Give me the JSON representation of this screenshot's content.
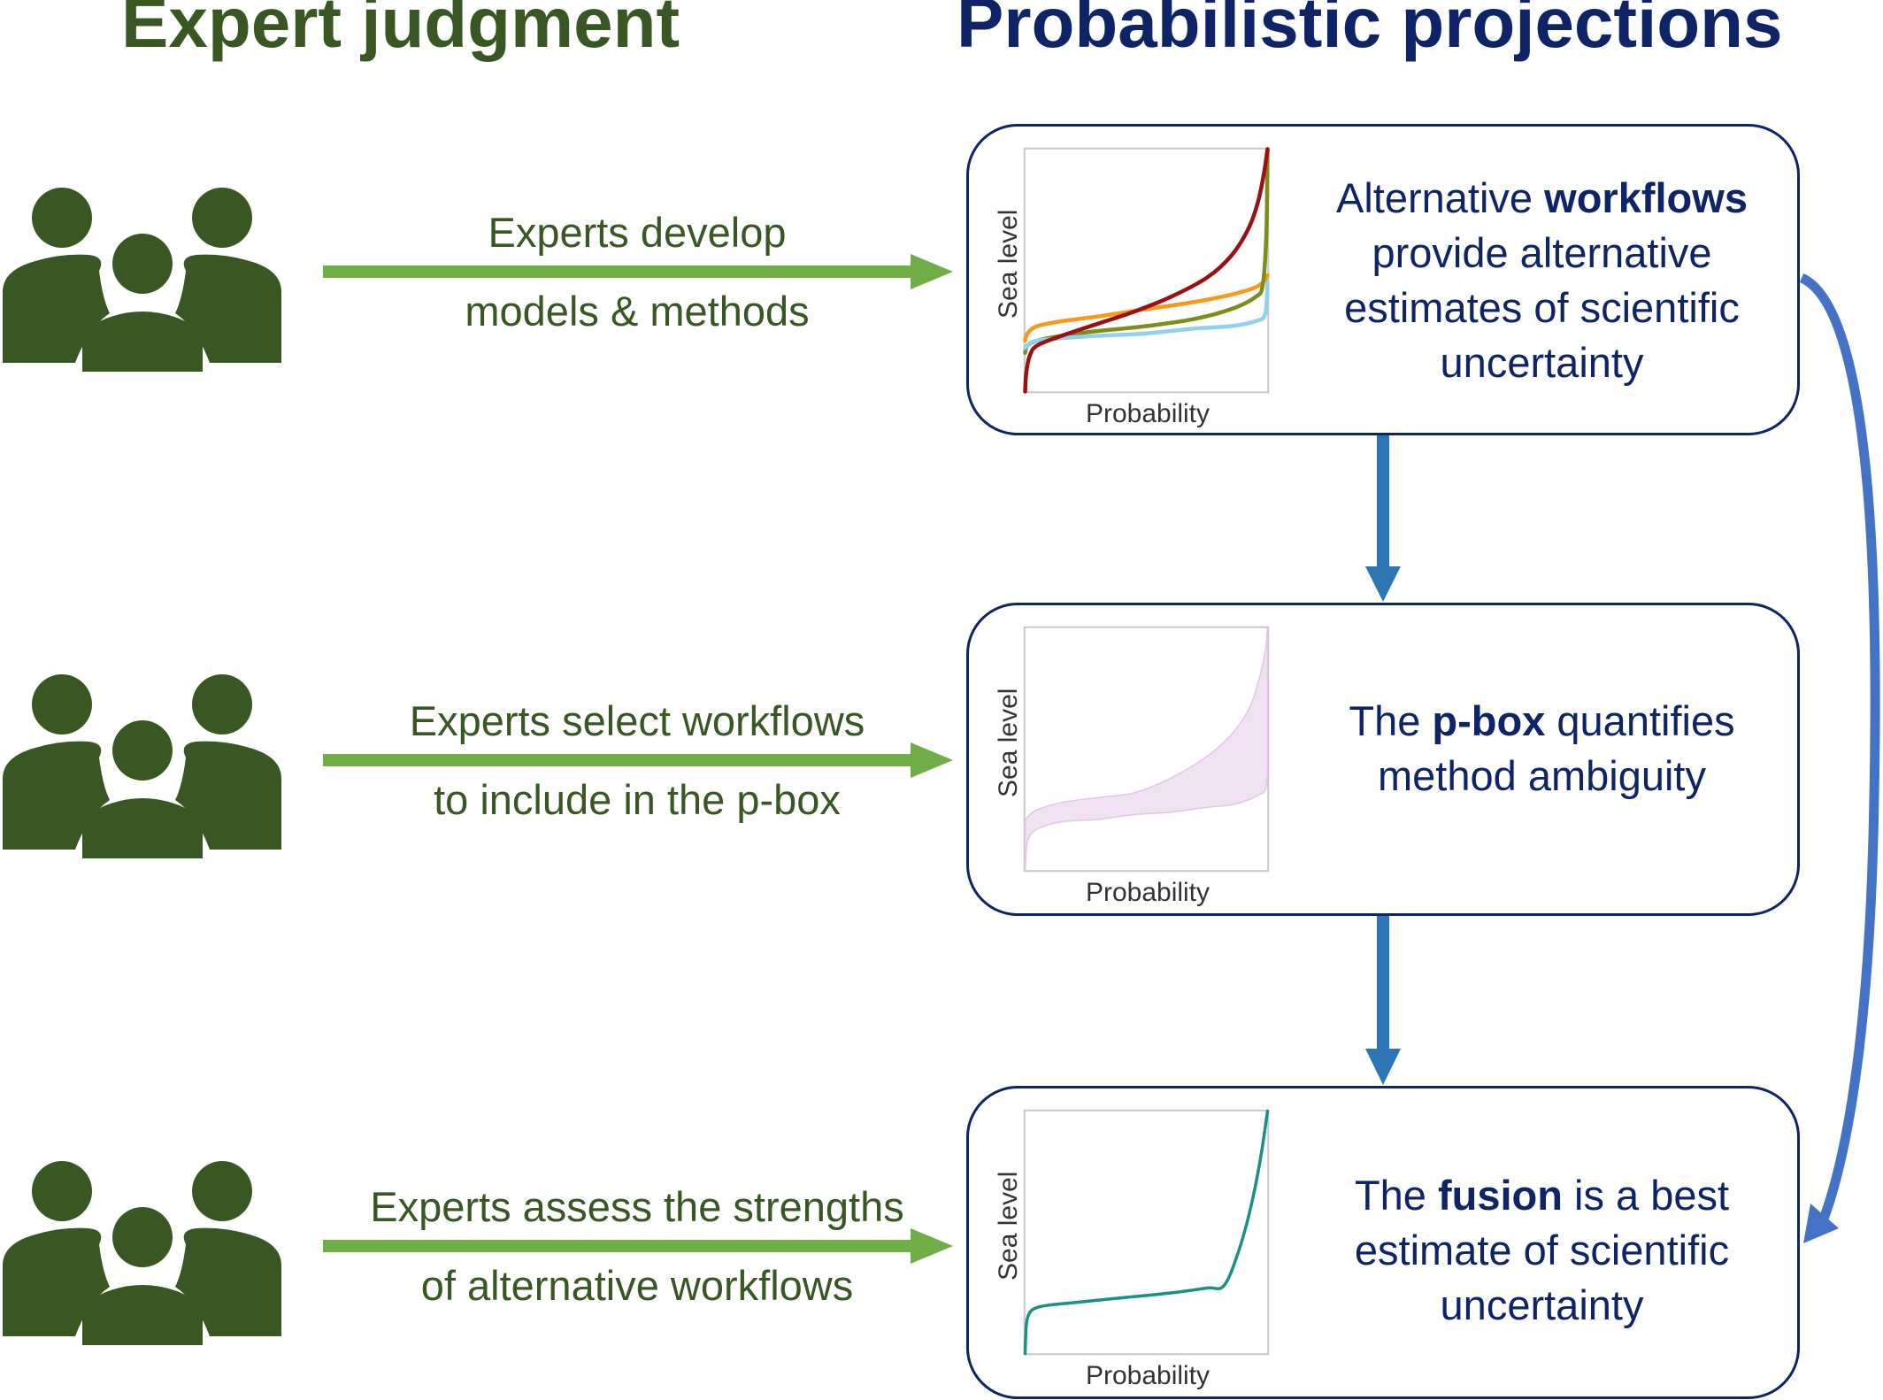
{
  "titles": {
    "left": "Expert judgment",
    "right": "Probabilistic projections"
  },
  "colors": {
    "expert_green": "#385723",
    "arrow_green": "#70ad47",
    "navy": "#0e2466",
    "flow_blue": "#2e75b6",
    "curve_blue": "#4472c4"
  },
  "steps": [
    {
      "line1": "Experts develop",
      "line2": "models & methods",
      "icon": "people-group-icon"
    },
    {
      "line1": "Experts select workflows",
      "line2": "to include in the p-box",
      "icon": "people-group-icon"
    },
    {
      "line1": "Experts assess the strengths",
      "line2": "of alternative workflows",
      "icon": "people-group-icon"
    }
  ],
  "boxes": [
    {
      "pre": "Alternative ",
      "bold": "workflows",
      "post": " provide alternative estimates of scientific uncertainty",
      "lines": [
        "Alternative |workflows|",
        "provide alternative",
        "estimates of scientific",
        "uncertainty"
      ]
    },
    {
      "lines": [
        "The |p-box| quantifies",
        "method ambiguity"
      ]
    },
    {
      "lines": [
        "The |fusion| is a best",
        "estimate of scientific",
        "uncertainty"
      ]
    }
  ],
  "chart_data": [
    {
      "type": "line",
      "title": "Alternative workflows",
      "xlabel": "Probability",
      "ylabel": "Sea level",
      "xlim": [
        0,
        1
      ],
      "ylim": [
        0,
        1
      ],
      "grid": false,
      "series": [
        {
          "name": "workflow-orange",
          "color": "#f7991f",
          "x": [
            0,
            0.01,
            0.05,
            0.15,
            0.3,
            0.5,
            0.7,
            0.85,
            0.95,
            0.99,
            1.0
          ],
          "y": [
            0.21,
            0.24,
            0.27,
            0.29,
            0.31,
            0.34,
            0.37,
            0.4,
            0.43,
            0.46,
            0.48
          ]
        },
        {
          "name": "workflow-olive",
          "color": "#7f8c1a",
          "x": [
            0,
            0.01,
            0.05,
            0.15,
            0.3,
            0.5,
            0.7,
            0.85,
            0.95,
            0.98,
            0.995,
            1.0
          ],
          "y": [
            0.16,
            0.19,
            0.21,
            0.23,
            0.25,
            0.27,
            0.3,
            0.34,
            0.39,
            0.44,
            0.65,
            1.0
          ]
        },
        {
          "name": "workflow-lightblue",
          "color": "#8fd1ee",
          "x": [
            0,
            0.02,
            0.05,
            0.15,
            0.3,
            0.5,
            0.7,
            0.85,
            0.95,
            0.99,
            1.0
          ],
          "y": [
            0.18,
            0.2,
            0.21,
            0.22,
            0.23,
            0.24,
            0.26,
            0.27,
            0.29,
            0.32,
            0.45
          ]
        },
        {
          "name": "workflow-darkred",
          "color": "#9b1111",
          "x": [
            0,
            0.005,
            0.02,
            0.05,
            0.15,
            0.3,
            0.45,
            0.6,
            0.75,
            0.85,
            0.92,
            0.96,
            0.985,
            1.0
          ],
          "y": [
            0.0,
            0.08,
            0.15,
            0.19,
            0.23,
            0.28,
            0.33,
            0.39,
            0.47,
            0.56,
            0.67,
            0.78,
            0.9,
            1.0
          ]
        }
      ]
    },
    {
      "type": "area",
      "title": "p-box",
      "xlabel": "Probability",
      "ylabel": "Sea level",
      "xlim": [
        0,
        1
      ],
      "ylim": [
        0,
        1
      ],
      "grid": false,
      "band": {
        "name": "p-box",
        "color": "#e4c4e8",
        "x": [
          0,
          0.01,
          0.05,
          0.15,
          0.3,
          0.45,
          0.6,
          0.75,
          0.85,
          0.92,
          0.96,
          0.99,
          1.0
        ],
        "upper": [
          0.2,
          0.22,
          0.25,
          0.28,
          0.3,
          0.32,
          0.38,
          0.47,
          0.56,
          0.66,
          0.77,
          0.9,
          1.0
        ],
        "lower": [
          0.0,
          0.12,
          0.17,
          0.2,
          0.21,
          0.23,
          0.24,
          0.26,
          0.27,
          0.29,
          0.31,
          0.33,
          0.4
        ]
      }
    },
    {
      "type": "line",
      "title": "fusion",
      "xlabel": "Probability",
      "ylabel": "Sea level",
      "xlim": [
        0,
        1
      ],
      "ylim": [
        0,
        1
      ],
      "grid": false,
      "series": [
        {
          "name": "fusion",
          "color": "#1a9185",
          "x": [
            0,
            0.005,
            0.02,
            0.05,
            0.1,
            0.2,
            0.4,
            0.6,
            0.75,
            0.82,
            0.88,
            0.93,
            0.97,
            1.0
          ],
          "y": [
            0.0,
            0.12,
            0.17,
            0.19,
            0.2,
            0.21,
            0.23,
            0.25,
            0.27,
            0.28,
            0.42,
            0.6,
            0.8,
            1.0
          ]
        }
      ]
    }
  ]
}
